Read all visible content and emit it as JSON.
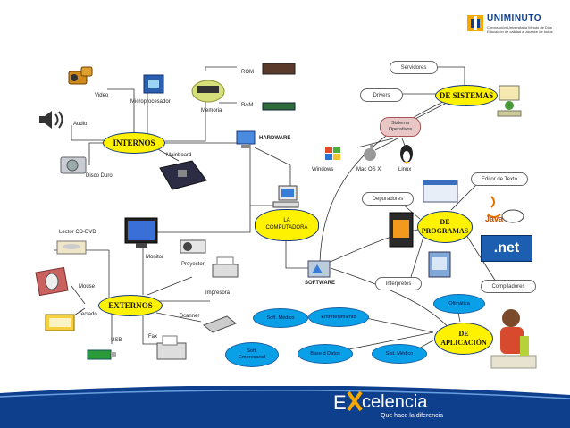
{
  "header": {
    "logo_name": "UNIMINUTO",
    "logo_sub1": "Corporación Universitaria Minuto de Dios",
    "logo_sub2": "Educación de calidad al alcance de todos"
  },
  "nodes": {
    "internos": "INTERNOS",
    "externos": "EXTERNOS",
    "computadora": "LA\nCOMPUTADORA",
    "de_sistemas": "DE SISTEMAS",
    "de_programas": "DE\nPROGRAMAS",
    "de_aplicacion": "DE\nAPLICACIÓN"
  },
  "labels": {
    "video": "Video",
    "audio": "Audio",
    "disco_duro": "Disco Duro",
    "microprocesador": "Microprocesador",
    "memoria": "Memoria",
    "rom": "ROM",
    "ram": "RAM",
    "mainboard": "Mainboard",
    "hardware": "HARDWARE",
    "software": "SOFTWARE",
    "lector_cd": "Lector CD-DVD",
    "monitor": "Monitor",
    "proyector": "Proyector",
    "impresora": "Impresora",
    "mouse": "Mouse",
    "teclado": "Teclado",
    "scanner": "Scanner",
    "fax": "Fax",
    "usb": "USB",
    "windows": "Windows",
    "mac_osx": "Mac OS X",
    "linux": "Linux",
    "java": "Java",
    "net": ".net"
  },
  "boxes": {
    "servidores": "Servidores",
    "drivers": "Drivers",
    "sistema_operativo": "Sistema\nOperativos",
    "depuradores": "Depuradores",
    "editor_texto": "Editor de Texto",
    "interpretes": "Interpretes",
    "compiladores": "Compiladores"
  },
  "clouds": {
    "ofimatica": "Ofimática",
    "soft_medico_top": "Soft. Médico",
    "entretenimiento": "Entretenimiento",
    "soft_empresarial": "Soft.\nEmpresarial",
    "base_datos": "Base d Datos",
    "sist_medico": "Sist. Médico"
  },
  "footer": {
    "brand_e": "E",
    "brand_rest": "celencia",
    "tagline": "Que hace la diferencia"
  },
  "colors": {
    "node_fill": "#fff200",
    "node_border": "#1a3a7a",
    "cloud_fill": "#0aa0e8",
    "footer_bg": "#0e3f8d",
    "line": "#333333"
  }
}
